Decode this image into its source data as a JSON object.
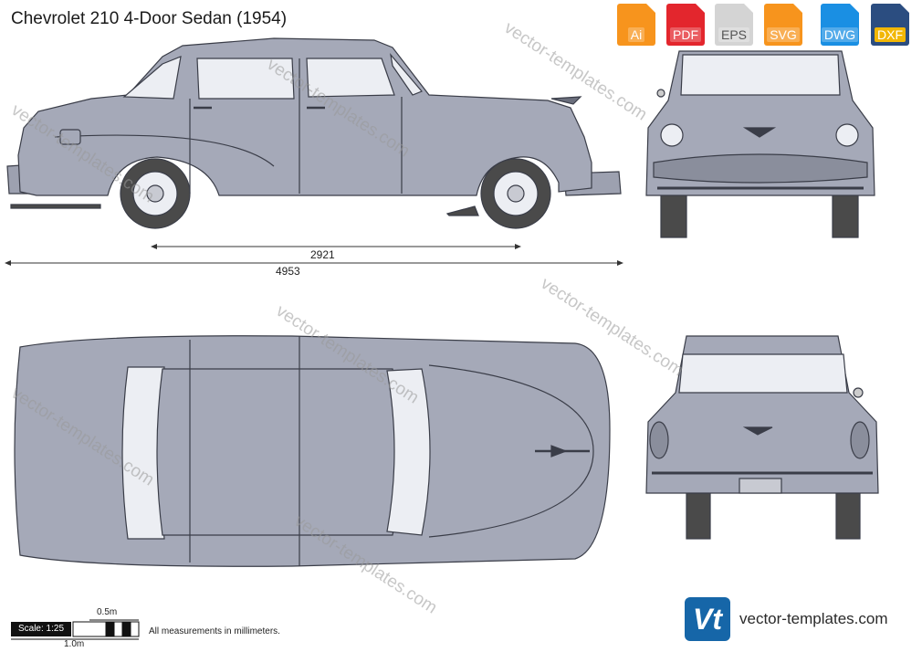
{
  "title": "Chevrolet 210 4-Door Sedan (1954)",
  "formats": [
    {
      "label": "Ai",
      "color": "#f7941d"
    },
    {
      "label": "PDF",
      "color": "#e3262d"
    },
    {
      "label": "EPS",
      "color": "#e0e0e0"
    },
    {
      "label": "SVG",
      "color": "#f7941d"
    },
    {
      "label": "DWG",
      "color": "#1a8fe3"
    },
    {
      "label": "DXF",
      "color": "#f2b705"
    }
  ],
  "dimensions": {
    "wheelbase": "2921",
    "length": "4953"
  },
  "scale": {
    "label": "Scale: 1:25",
    "half_meter": "0.5m",
    "one_meter": "1.0m"
  },
  "note": "All measurements in millimeters.",
  "brand": {
    "logo": "Vt",
    "site": "vector-templates.com"
  },
  "watermark": "vector-templates.com",
  "colors": {
    "body": "#a5a9b8",
    "outline": "#3a3d48",
    "glass": "#eceef3",
    "tire": "#4a4a4a"
  }
}
